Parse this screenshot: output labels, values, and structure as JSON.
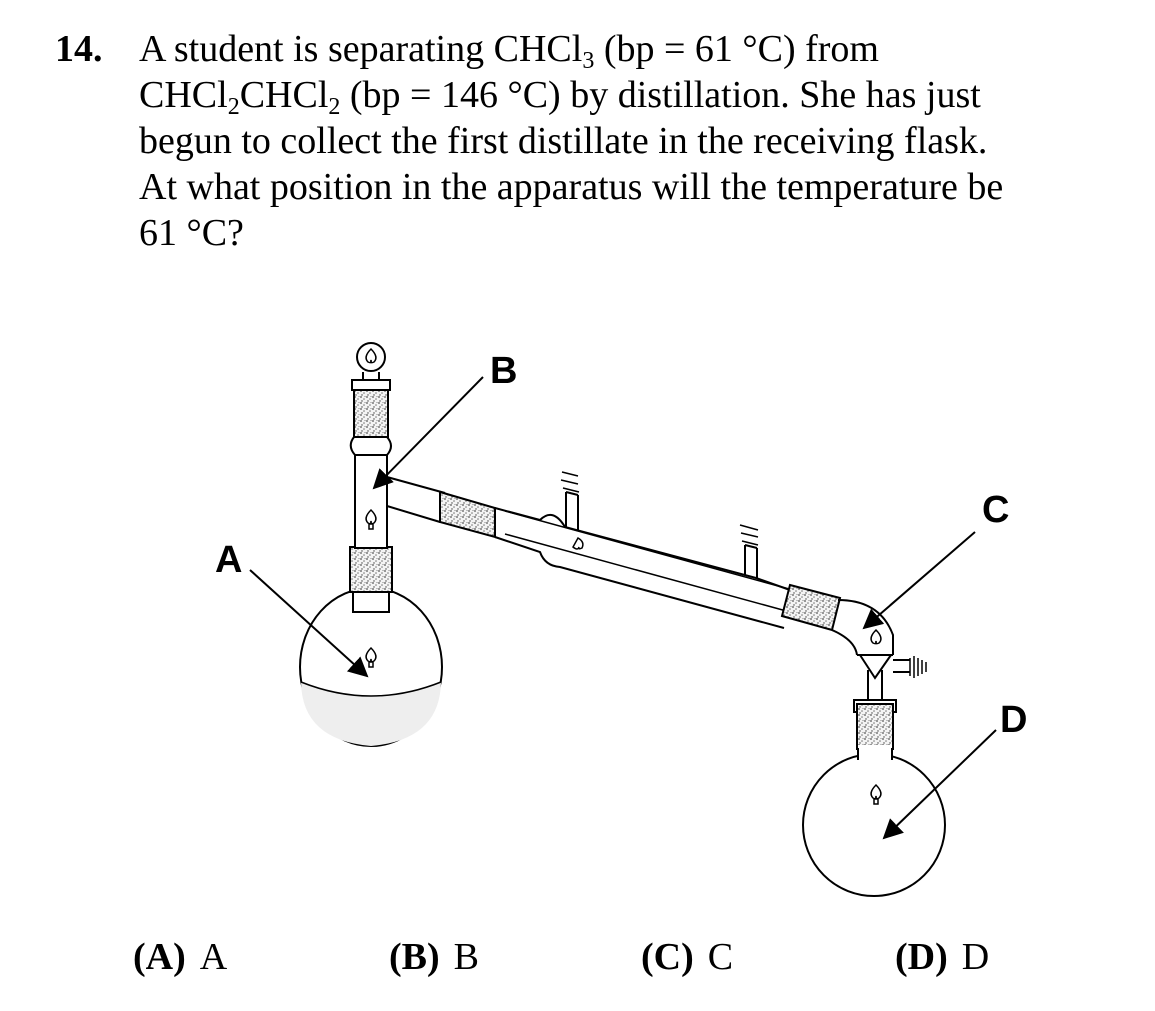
{
  "question": {
    "number": "14.",
    "line1": {
      "a": "A student is separating CHCl",
      "s1": "3",
      "b": " (bp = 61 °C) from"
    },
    "line2": {
      "a": "CHCl",
      "s1": "2",
      "b": "CHCl",
      "s2": "2",
      "c": " (bp = 146 °C) by distillation.  She has just"
    },
    "line3": "begun to collect the first distillate in the receiving flask.",
    "line4": "At what position in the apparatus will the temperature be",
    "line5": "61 °C?"
  },
  "figure": {
    "labels": {
      "a": "A",
      "b": "B",
      "c": "C",
      "d": "D"
    }
  },
  "choices": [
    {
      "letter": "(A)",
      "text": "A"
    },
    {
      "letter": "(B)",
      "text": "B"
    },
    {
      "letter": "(C)",
      "text": "C"
    },
    {
      "letter": "(D)",
      "text": "D"
    }
  ]
}
